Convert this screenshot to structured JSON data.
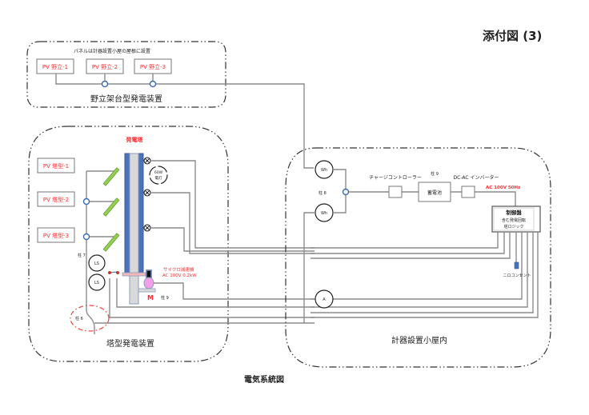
{
  "page": {
    "figure_number": "添付図 (3)",
    "caption": "電気系統図"
  },
  "groups": {
    "field_mount": {
      "title": "野立架台型発電装置",
      "note": "パネルは計器設置小屋の屋根に設置",
      "panels": [
        "PV 野立-1",
        "PV 野立-2",
        "PV 野立-3"
      ]
    },
    "tower": {
      "title": "塔型発電装置",
      "tower_label": "発電塔",
      "panels": [
        "PV 塔型-1",
        "PV 塔型-2",
        "PV 塔型-3"
      ],
      "lamp_label_top": "60W",
      "lamp_label_bottom": "電灯",
      "pole7": "柱 7",
      "pole6": "柱 6",
      "pole9": "柱 9",
      "limit_switch": "LS",
      "motor_symbol": "M",
      "reducer_name": "サイクロ減速機",
      "reducer_spec": "AC 100V 0.2kW"
    },
    "shed": {
      "title": "計器設置小屋内",
      "pole8": "柱 8",
      "pole9": "柱 9",
      "watt_meter": "Wh",
      "ammeter": "A",
      "charge_controller": "チャージコントローラー",
      "battery": "蓄電池",
      "inverter": "DC-AC インバーター",
      "ac_output": "AC 100V  50Hz",
      "control_panel_title": "制御盤",
      "control_panel_line1": "含む発電回転",
      "control_panel_line2": "塔ロジック",
      "outlet": "ニロコンセント"
    }
  },
  "colors": {
    "accent_red": "#ff2a2a",
    "tower_blue": "#4f73b8",
    "tower_core": "#d9d9d9",
    "pv_green": "#92d050",
    "motor_pink": "#f0a0e8",
    "outlet_blue": "#4472c4"
  }
}
